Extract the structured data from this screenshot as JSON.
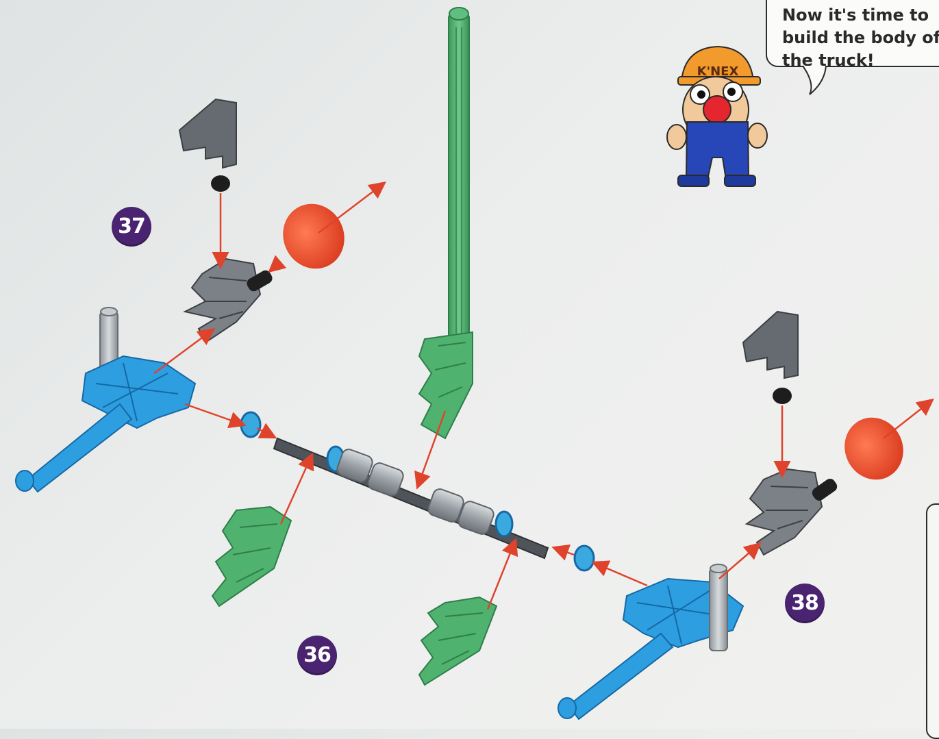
{
  "speech_bubble": {
    "lines": [
      "Now it's time to",
      "build the body of",
      "the truck!"
    ]
  },
  "brand": {
    "logo_text": "K'NEX"
  },
  "steps": [
    {
      "number": "36"
    },
    {
      "number": "37"
    },
    {
      "number": "38"
    }
  ],
  "colors": {
    "step_badge": "#4a2470",
    "arrow": "#e0432c",
    "blue_connector": "#2d9ee0",
    "green_rod": "#4aad6a",
    "gray_part": "#7b8187",
    "red_ball": "#e84a2c"
  },
  "icons": {
    "mascot": "knex-mascot-icon",
    "arrow": "assembly-arrow-icon"
  }
}
